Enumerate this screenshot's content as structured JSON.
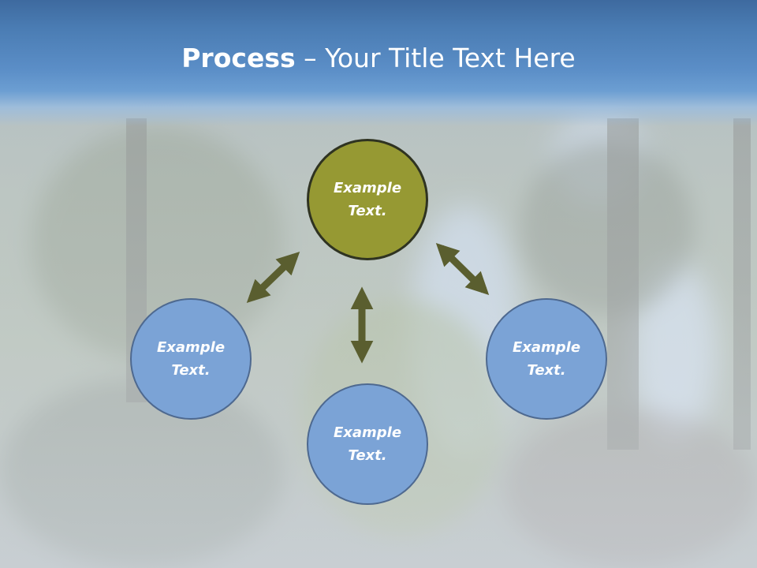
{
  "slide": {
    "title_bold": "Process",
    "title_rest": " – Your Title Text Here"
  },
  "diagram": {
    "center_top": {
      "text_line1": "Example",
      "text_line2": "Text.",
      "color": "#969933"
    },
    "left": {
      "text_line1": "Example",
      "text_line2": "Text.",
      "color": "#7ba3d6"
    },
    "right": {
      "text_line1": "Example",
      "text_line2": "Text.",
      "color": "#7ba3d6"
    },
    "bottom": {
      "text_line1": "Example",
      "text_line2": "Text.",
      "color": "#7ba3d6"
    },
    "arrow_color": "#5a5e2f"
  },
  "colors": {
    "title_band": "#4a7cb3",
    "title_text": "#ffffff"
  }
}
